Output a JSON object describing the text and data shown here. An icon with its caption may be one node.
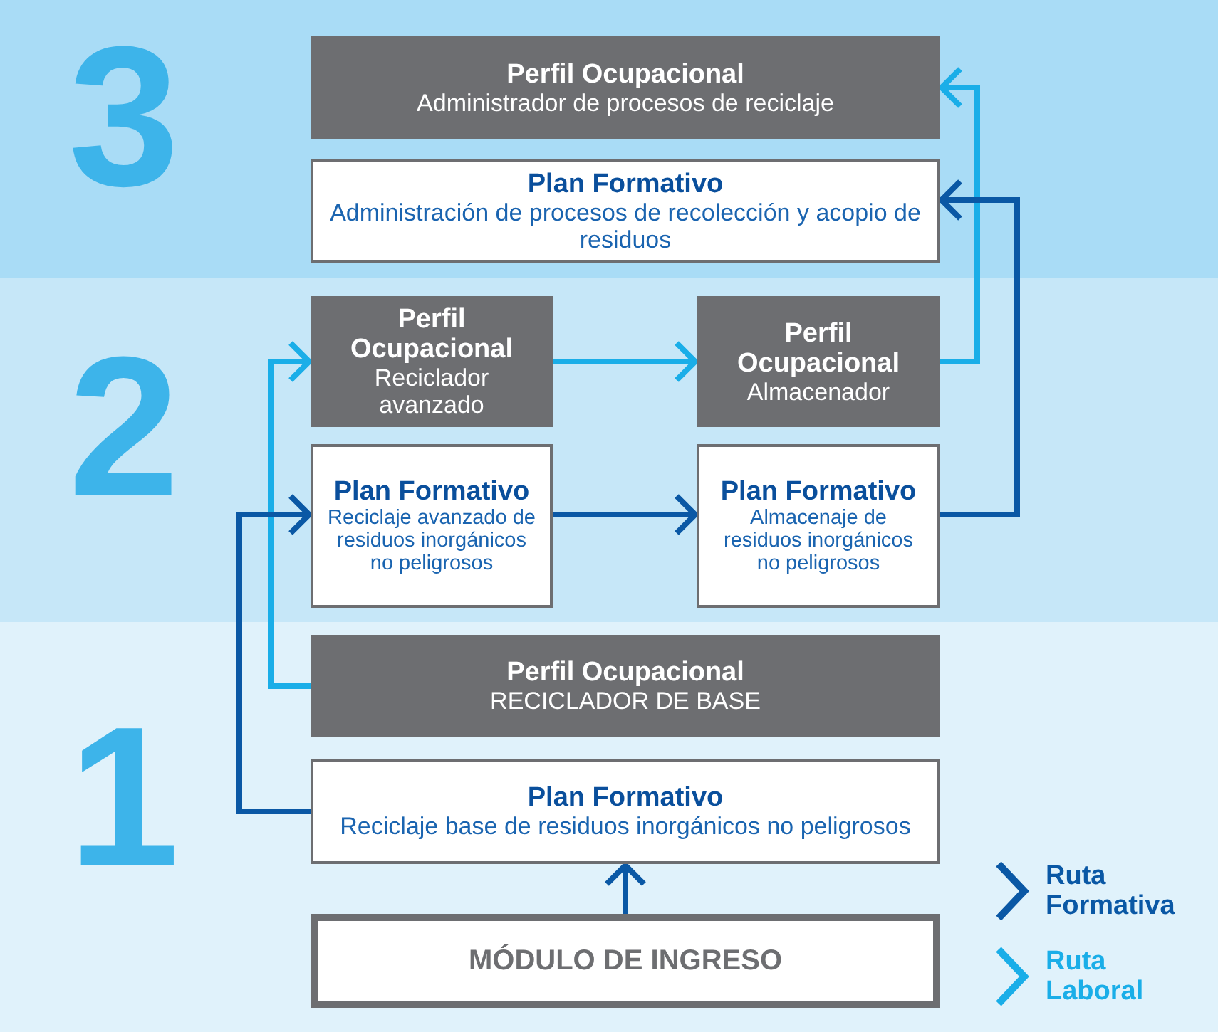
{
  "diagram": {
    "nodes": [
      {
        "text": [
          "Perfil Ocupacional",
          "Administrador de procesos de reciclaje"
        ]
      },
      {
        "text": [
          "Plan Formativo",
          "Administración de procesos de recolección y acopio de residuos"
        ]
      },
      {
        "text": [
          "Perfil Ocupacional",
          "Reciclador avanzado"
        ]
      },
      {
        "text": [
          "Perfil Ocupacional",
          "Almacenador"
        ]
      },
      {
        "text": [
          "Plan Formativo",
          "Reciclaje avanzado de residuos inorgánicos no peligrosos"
        ]
      },
      {
        "text": [
          "Plan Formativo",
          "Almacenaje de residuos inorgánicos no peligrosos"
        ]
      },
      {
        "text": [
          "Perfil Ocupacional",
          "RECICLADOR DE BASE"
        ]
      },
      {
        "text": [
          "Plan Formativo",
          "Reciclaje base de residuos inorgánicos no peligrosos"
        ]
      },
      {
        "text": [
          "MÓDULO DE INGRESO"
        ]
      }
    ],
    "edges": [
      {
        "from": 6,
        "to": 2,
        "arrow": "to",
        "color": "#1aaee8"
      },
      {
        "from": 2,
        "to": 3,
        "arrow": "to",
        "color": "#1aaee8"
      },
      {
        "from": 3,
        "to": 0,
        "arrow": "to",
        "color": "#1aaee8"
      },
      {
        "from": 7,
        "to": 4,
        "arrow": "to"
      },
      {
        "from": 4,
        "to": 5,
        "arrow": "to"
      },
      {
        "from": 5,
        "to": 1,
        "arrow": "to"
      },
      {
        "from": 8,
        "to": 7,
        "arrow": "to"
      }
    ],
    "labels": [
      "3",
      "2",
      "1"
    ],
    "legend": [
      {
        "text": "Ruta Formativa"
      },
      {
        "text": "Ruta Laboral"
      }
    ]
  }
}
